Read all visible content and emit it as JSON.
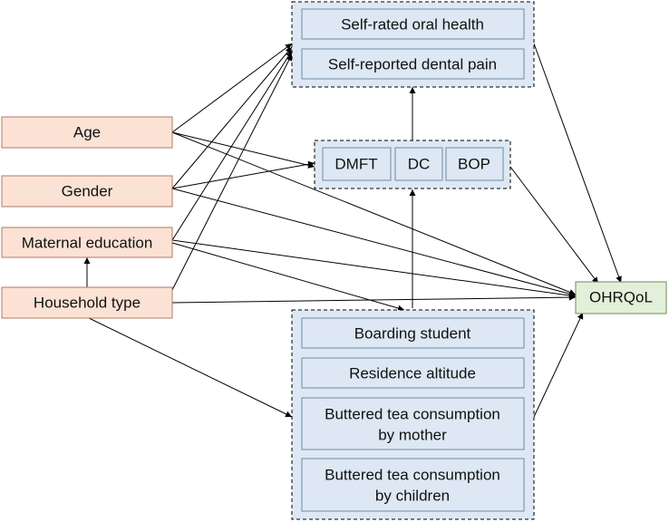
{
  "nodes": {
    "age": "Age",
    "gender": "Gender",
    "maternal_education": "Maternal education",
    "household_type": "Household type",
    "self_rated_oral_health": "Self-rated oral health",
    "self_reported_dental_pain": "Self-reported dental pain",
    "dmft": "DMFT",
    "dc": "DC",
    "bop": "BOP",
    "ohrqol": "OHRQoL",
    "boarding_student": "Boarding student",
    "residence_altitude": "Residence altitude",
    "buttered_tea_mother": [
      "Buttered tea consumption",
      "by mother"
    ],
    "buttered_tea_children": [
      "Buttered tea consumption",
      "by children"
    ]
  },
  "colors": {
    "exposure_fill": "#fbe2d5",
    "exposure_stroke": "#b07a62",
    "mediator_fill": "#dde8f4",
    "mediator_stroke": "#6f8aa6",
    "outcome_fill": "#e2f0d9",
    "outcome_stroke": "#6f8a5a",
    "arrow": "#000000"
  }
}
